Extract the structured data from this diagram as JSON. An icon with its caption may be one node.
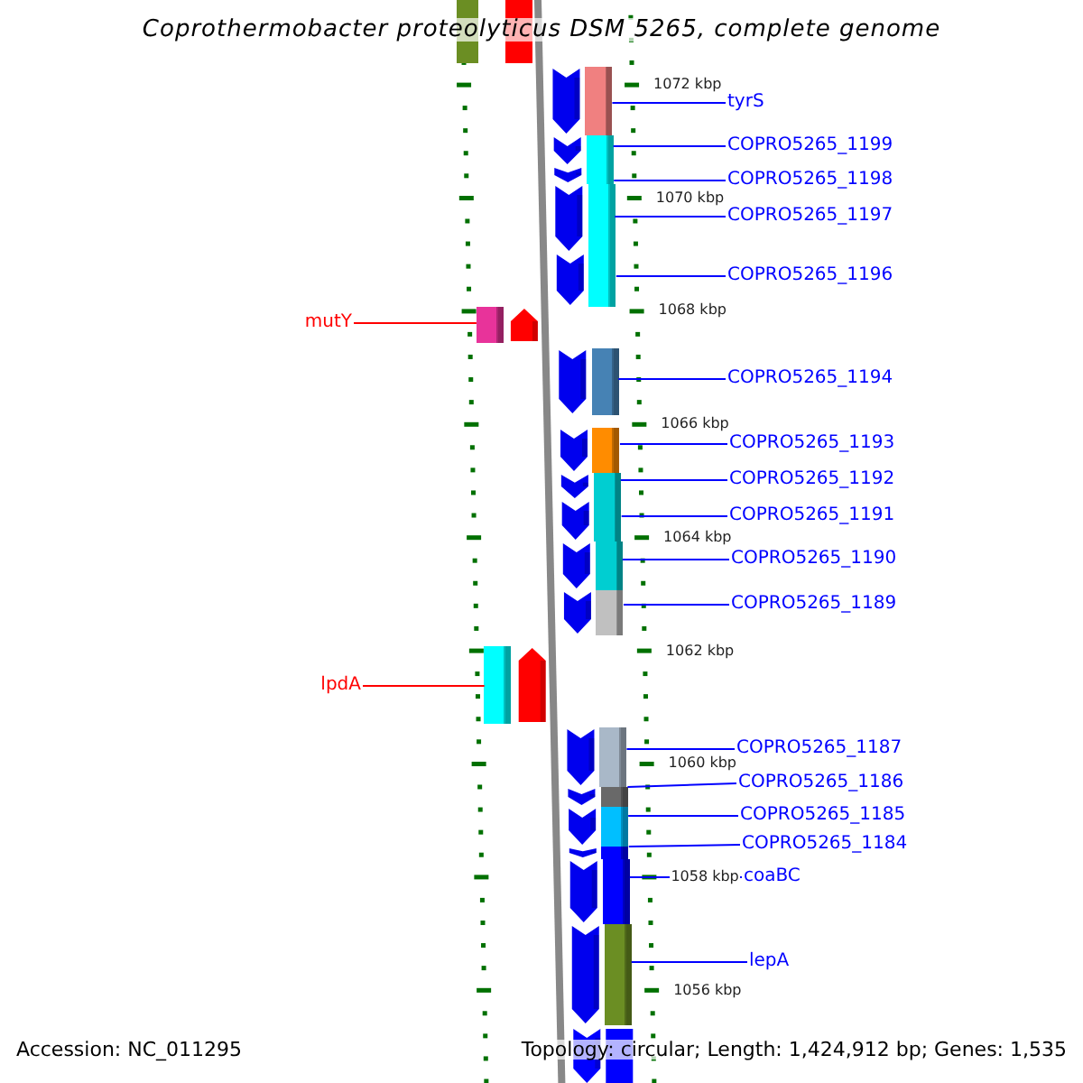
{
  "diagram": {
    "title": "Coprothermobacter proteolyticus DSM 5265, complete genome",
    "nodes": [
      {
        "text": [
          "tyrS"
        ]
      },
      {
        "text": [],
        "shape": "bar"
      },
      {
        "text": [
          "COPRO5265_1199"
        ]
      },
      {
        "text": [],
        "shape": "bar"
      },
      {
        "text": [
          "COPRO5265_1198"
        ]
      },
      {
        "text": [],
        "shape": "bar"
      },
      {
        "text": [
          "COPRO5265_1197"
        ]
      },
      {
        "text": [],
        "shape": "bar"
      },
      {
        "text": [
          "COPRO5265_1196"
        ]
      },
      {
        "text": [],
        "shape": "bar"
      },
      {
        "text": [
          "mutY"
        ]
      },
      {
        "text": [],
        "shape": "bar"
      },
      {
        "text": [
          "COPRO5265_1194"
        ]
      },
      {
        "text": [],
        "shape": "bar"
      },
      {
        "text": [
          "COPRO5265_1193"
        ]
      },
      {
        "text": [],
        "shape": "bar"
      },
      {
        "text": [
          "COPRO5265_1192"
        ]
      },
      {
        "text": [],
        "shape": "bar"
      },
      {
        "text": [
          "COPRO5265_1191"
        ]
      },
      {
        "text": [],
        "shape": "bar"
      },
      {
        "text": [
          "COPRO5265_1190"
        ]
      },
      {
        "text": [],
        "shape": "bar"
      },
      {
        "text": [
          "COPRO5265_1189"
        ]
      },
      {
        "text": [],
        "shape": "bar"
      },
      {
        "text": [
          "lpdA"
        ]
      },
      {
        "text": [],
        "shape": "bar"
      },
      {
        "text": [
          "COPRO5265_1187"
        ]
      },
      {
        "text": [],
        "shape": "bar"
      },
      {
        "text": [
          "COPRO5265_1186"
        ]
      },
      {
        "text": [],
        "shape": "bar"
      },
      {
        "text": [
          "COPRO5265_1185"
        ]
      },
      {
        "text": [],
        "shape": "bar"
      },
      {
        "text": [
          "COPRO5265_1184"
        ]
      },
      {
        "text": [],
        "shape": "bar"
      },
      {
        "text": [
          "coaBC"
        ]
      },
      {
        "text": [],
        "shape": "bar"
      },
      {
        "text": [
          "lepA"
        ]
      },
      {
        "text": [],
        "shape": "bar"
      }
    ],
    "edges": [
      {
        "from": 0,
        "to": 1,
        "arrow": "none"
      },
      {
        "from": 2,
        "to": 3,
        "arrow": "none"
      },
      {
        "from": 4,
        "to": 5,
        "arrow": "none"
      },
      {
        "from": 6,
        "to": 7,
        "arrow": "none"
      },
      {
        "from": 8,
        "to": 9,
        "arrow": "none"
      },
      {
        "from": 10,
        "to": 11,
        "arrow": "none",
        "color": "#ff0000"
      },
      {
        "from": 12,
        "to": 13,
        "arrow": "none"
      },
      {
        "from": 14,
        "to": 15,
        "arrow": "none"
      },
      {
        "from": 16,
        "to": 17,
        "arrow": "none"
      },
      {
        "from": 18,
        "to": 19,
        "arrow": "none"
      },
      {
        "from": 20,
        "to": 21,
        "arrow": "none"
      },
      {
        "from": 22,
        "to": 23,
        "arrow": "none"
      },
      {
        "from": 24,
        "to": 25,
        "arrow": "none",
        "color": "#ff0000"
      },
      {
        "from": 26,
        "to": 27,
        "arrow": "none"
      },
      {
        "from": 28,
        "to": 29,
        "arrow": "none"
      },
      {
        "from": 30,
        "to": 31,
        "arrow": "none"
      },
      {
        "from": 32,
        "to": 33,
        "arrow": "none"
      },
      {
        "from": 34,
        "to": 35,
        "arrow": "none"
      },
      {
        "from": 36,
        "to": 37,
        "arrow": "none"
      }
    ],
    "labels": [
      "1072 kbp",
      "1070 kbp",
      "1068 kbp",
      "1066 kbp",
      "1064 kbp",
      "1062 kbp",
      "1060 kbp",
      "1058 kbp",
      "1056 kbp",
      "Accession: NC_011295",
      "Topology: circular; Length: 1,424,912 bp; Genes: 1,535"
    ]
  }
}
